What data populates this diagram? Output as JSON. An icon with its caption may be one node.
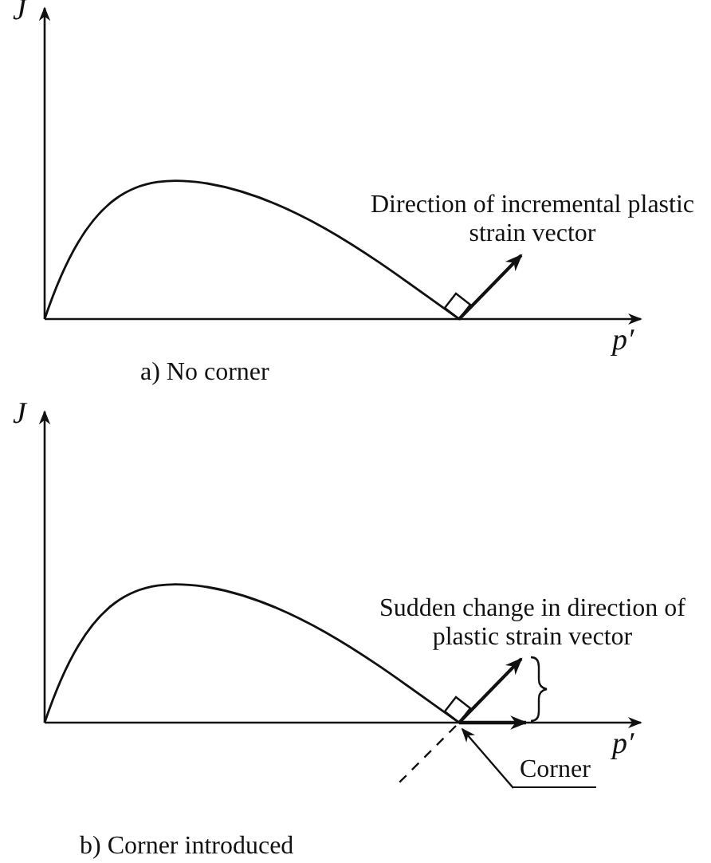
{
  "diagram": {
    "nodes": [
      {
        "text": [
          "Corner"
        ]
      },
      {
        "text": [],
        "shape": "curve"
      }
    ],
    "edges": [
      {
        "from": 0,
        "to": 1,
        "arrow": "to"
      }
    ],
    "labels": [
      "J",
      "Direction of incremental plastic strain vector",
      "p′",
      "a) No corner",
      "J",
      "Sudden change in direction of plastic strain vector",
      "p′",
      "b) Corner introduced"
    ]
  }
}
